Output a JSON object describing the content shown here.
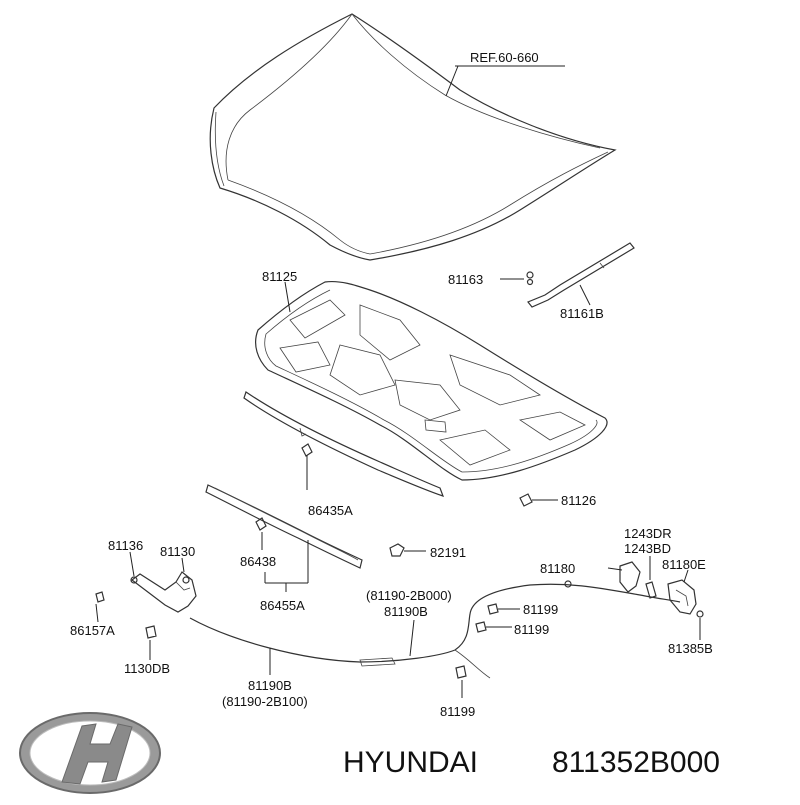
{
  "diagram": {
    "callouts": {
      "ref": "REF.60-660",
      "p81125": "81125",
      "p81163": "81163",
      "p81161B": "81161B",
      "p81126": "81126",
      "p86435A": "86435A",
      "p86438": "86438",
      "p86455A": "86455A",
      "p82191": "82191",
      "p81136": "81136",
      "p81130": "81130",
      "p86157A": "86157A",
      "p1130DB": "1130DB",
      "p81190B_left": "81190B",
      "p81190_2B100": "(81190-2B100)",
      "p81190_2B000": "(81190-2B000)",
      "p81190B_mid": "81190B",
      "p81199_a": "81199",
      "p81199_b": "81199",
      "p81199_c": "81199",
      "p1243DR": "1243DR",
      "p1243BD": "1243BD",
      "p81180": "81180",
      "p81180E": "81180E",
      "p81385B": "81385B"
    }
  },
  "footer": {
    "brand_text": "HYUNDAI",
    "part_number": "811352B000",
    "logo_icon": "hyundai-logo-icon"
  }
}
